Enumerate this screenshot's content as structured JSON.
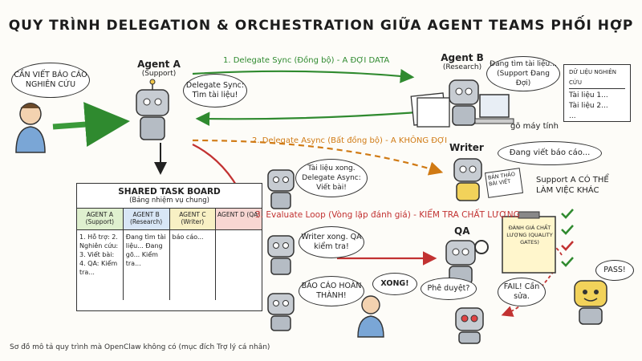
{
  "title": "QUY TRÌNH DELEGATION & ORCHESTRATION GIỮA AGENT TEAMS PHỐI HỢP",
  "user_bubble": "CẦN VIẾT BÁO CÁO NGHIÊN CỨU",
  "agent_a": {
    "name": "Agent A",
    "role": "(Support)",
    "bubble": "Delegate Sync: Tìm tài liệu!"
  },
  "agent_b": {
    "name": "Agent B",
    "role": "(Research)",
    "bubble": "Đang tìm tài liệu... (Support Đang Đợi)",
    "caption": "gõ máy tính"
  },
  "research_note": {
    "title": "DỮ LIỆU NGHIÊN CỨU",
    "lines": [
      "Tài liệu 1...",
      "Tài liệu 2...",
      "..."
    ]
  },
  "flow": {
    "step1": "1. Delegate Sync (Đồng bộ) - A ĐỢI DATA",
    "step2": "2. Delegate Async (Bất đồng bộ) - A KHÔNG ĐỢI",
    "step3": "3. Evaluate Loop (Vòng lặp đánh giá) - KIỂM TRA CHẤT LƯỢNG"
  },
  "async_bubble": "Tài liệu xong. Delegate Async: Viết bài!",
  "writer": {
    "name": "Writer",
    "bubble": "Đang viết báo cáo...",
    "paper": "BẢN THẢO BÀI VIẾT",
    "note": "Support A CÓ THỂ LÀM VIỆC KHÁC"
  },
  "board": {
    "title": "SHARED TASK BOARD",
    "subtitle": "(Bảng nhiệm vụ chung)",
    "columns": [
      {
        "header": "AGENT A (Support)",
        "color": "#dff0cf",
        "body": "1. Hỗ trợ: 2. Nghiên cứu: 3. Viết bài: 4. QA: Kiểm tra..."
      },
      {
        "header": "AGENT B (Research)",
        "color": "#d8e6f6",
        "body": "Đang tìm tài liệu... Đang gõ... Kiểm tra..."
      },
      {
        "header": "AGENT C (Writer)",
        "color": "#f8f0c4",
        "body": "báo cáo..."
      },
      {
        "header": "AGENT D (QA)",
        "color": "#f8d6d2",
        "body": ""
      }
    ]
  },
  "eval_bubble": "Writer xong. QA kiểm tra!",
  "done_bubble": "BÁO CÁO HOÀN THÀNH!",
  "xong_bubble": "XONG!",
  "qa": {
    "name": "QA",
    "clipboard": "ĐÁNH GIÁ CHẤT LƯỢNG (QUALITY GATES)",
    "approve": "Phê duyệt?",
    "fail": "FAIL! Cần sửa.",
    "pass": "PASS!"
  },
  "footer": "Sơ đồ mô tả quy trình mà OpenClaw không có (mục đích Trợ lý cá nhân)"
}
